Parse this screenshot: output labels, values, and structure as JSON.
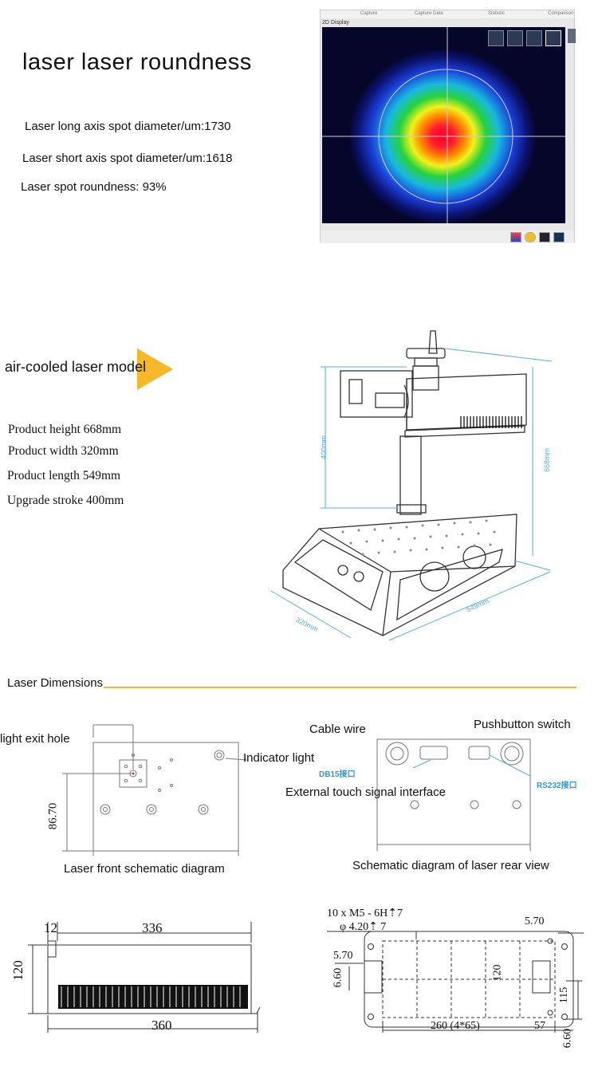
{
  "roundness": {
    "title": "laser laser roundness",
    "specs": [
      "Laser long axis spot diameter/um:1730",
      "Laser short axis spot diameter/um:1618",
      "Laser spot roundness: 93%"
    ],
    "panel": {
      "tabs": [
        "Capture",
        "Capture Data",
        "Statistic",
        "Comparison"
      ],
      "title": "2D Display"
    }
  },
  "machine": {
    "model": "air-cooled laser model",
    "specs": [
      "Product height 668mm",
      "Product width 320mm",
      "Product length 549mm",
      "Upgrade stroke 400mm"
    ],
    "dims": {
      "stroke": "400mm",
      "height": "668mm",
      "width": "320mm",
      "length": "549mm"
    }
  },
  "dimensions": {
    "heading": "Laser Dimensions",
    "front": {
      "exit_hole": "light exit hole",
      "indicator": "Indicator light",
      "dim": "86.70",
      "caption": "Laser front schematic diagram"
    },
    "rear": {
      "cable": "Cable wire",
      "pushbutton": "Pushbutton switch",
      "db15": "DB15接口",
      "rs232": "RS232接口",
      "touch": "External touch signal interface",
      "caption": "Schematic diagram of laser rear view"
    },
    "side": {
      "d12": "12",
      "d336": "336",
      "d120": "120",
      "d360": "360"
    },
    "bottom": {
      "note1": "10 x  M5 - 6H⇡7",
      "note2": "φ  4.20⇡ 7",
      "d570a": "5.70",
      "d570b": "5.70",
      "d660a": "6.60",
      "d120": "120",
      "d115": "115",
      "d260": "260  (4*65)",
      "d57": "57",
      "d660b": "6.60"
    }
  },
  "colors": {
    "accent": "#f5b82a",
    "dim_blue": "#5aaedc",
    "label_blue": "#2e9bd6"
  }
}
